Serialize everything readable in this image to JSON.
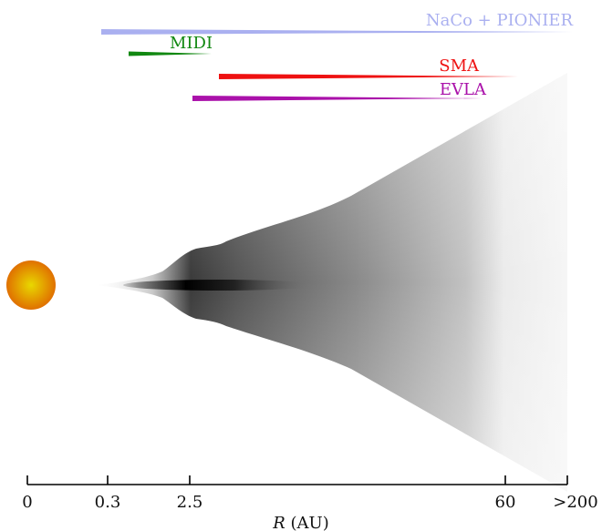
{
  "instruments": [
    {
      "name": "NaCo + PIONIER",
      "color": "#aab0f0"
    },
    {
      "name": "MIDI",
      "color": "#118811"
    },
    {
      "name": "SMA",
      "color": "#ee1111"
    },
    {
      "name": "EVLA",
      "color": "#aa11aa"
    }
  ],
  "axis": {
    "variable": "R",
    "unit": "(AU)",
    "ticks": [
      "0",
      "0.3",
      "2.5",
      "60",
      ">200"
    ]
  },
  "colors": {
    "star_center": "#e8d800",
    "star_edge": "#e07000",
    "disk": "#000000",
    "axis": "#000000"
  }
}
